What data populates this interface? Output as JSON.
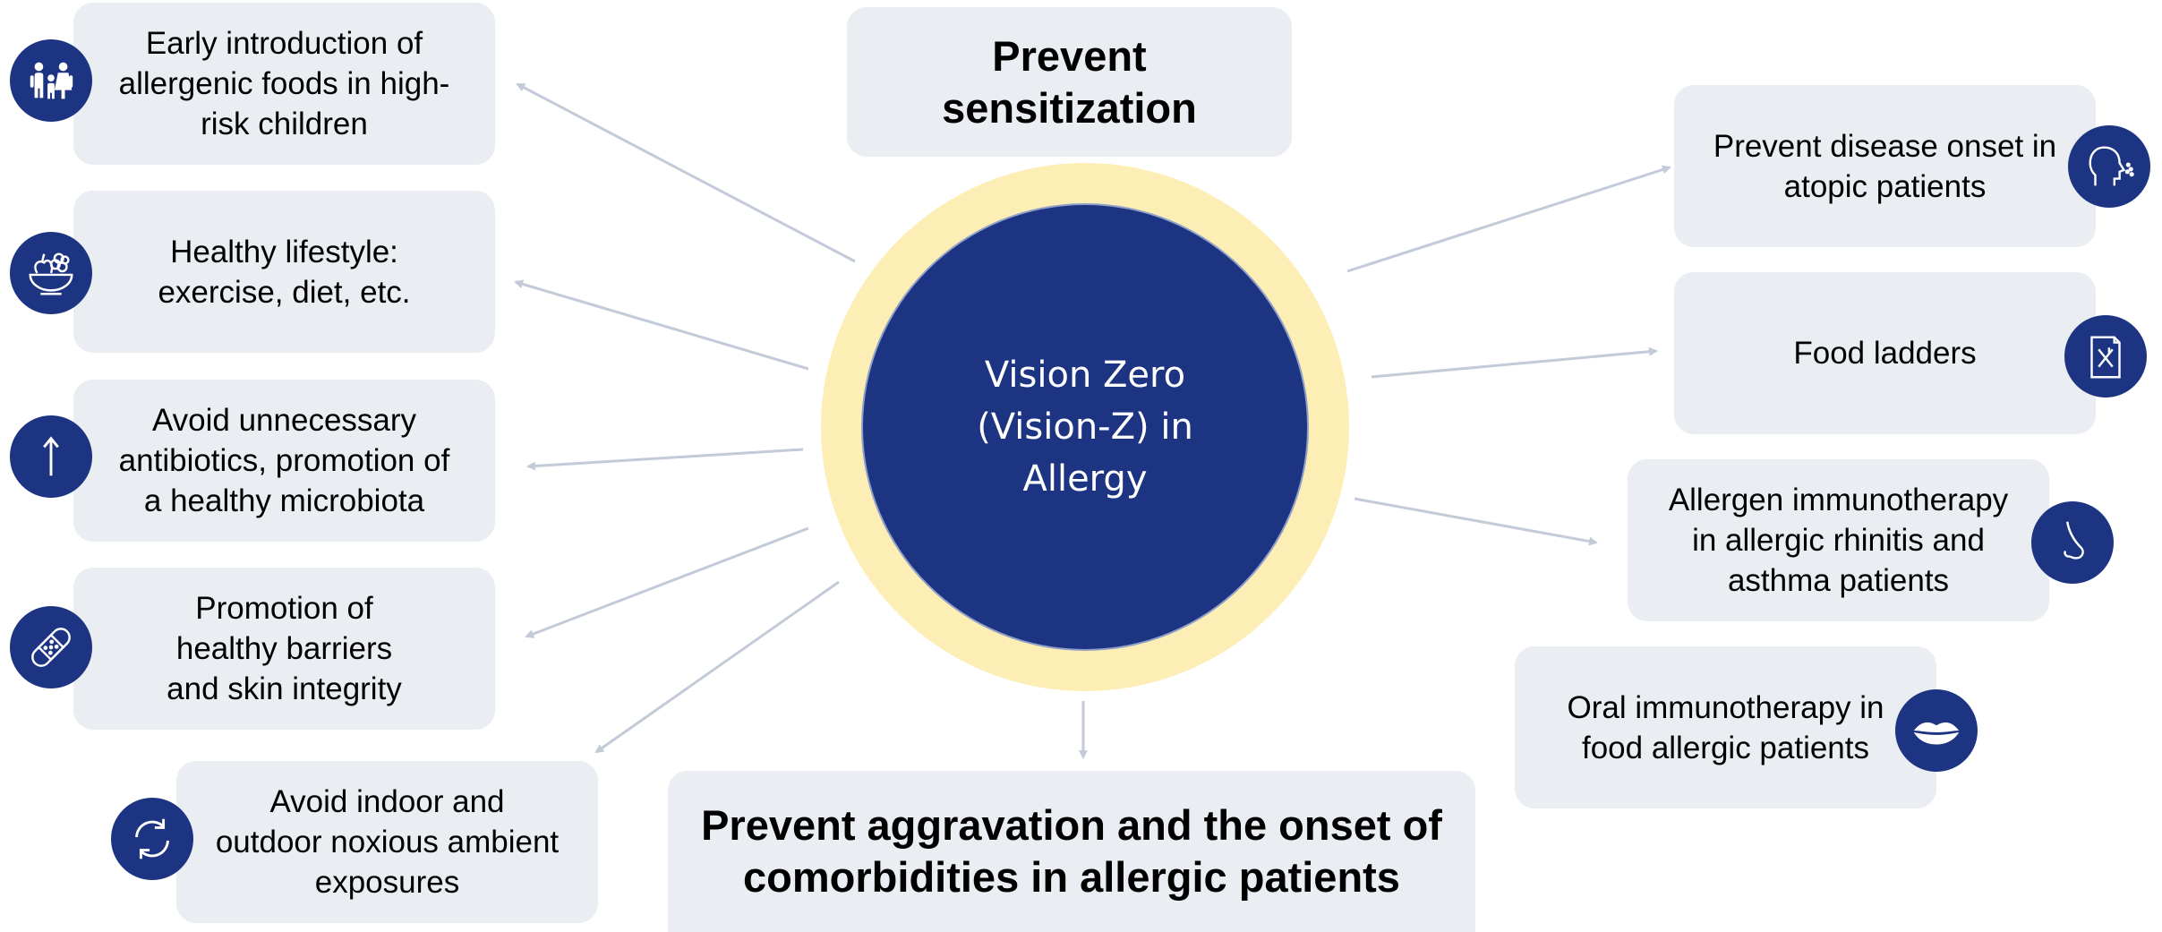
{
  "center": {
    "label": "Vision Zero\n(Vision-Z) in\nAllergy",
    "colors": {
      "core": "#1c3481",
      "ring": "#fdeeb5"
    }
  },
  "headings": {
    "top": [
      "Prevent",
      "sensitization"
    ],
    "bottom": [
      "Prevent aggravation and the onset of",
      "comorbidities in allergic patients"
    ]
  },
  "left_items": [
    {
      "lines": [
        "Early introduction of",
        "allergenic foods in high-",
        "risk children"
      ],
      "icon": "family-icon"
    },
    {
      "lines": [
        "Healthy lifestyle:",
        "exercise, diet, etc."
      ],
      "icon": "fruit-bowl-icon"
    },
    {
      "lines": [
        "Avoid unnecessary",
        "antibiotics, promotion of",
        "a healthy microbiota"
      ],
      "icon": "arrow-up-icon"
    },
    {
      "lines": [
        "Promotion of",
        "healthy barriers",
        "and skin integrity"
      ],
      "icon": "bandage-icon"
    },
    {
      "lines": [
        "Avoid indoor and",
        "outdoor noxious ambient",
        "exposures"
      ],
      "icon": "recycle-icon"
    }
  ],
  "right_items": [
    {
      "lines": [
        "Prevent disease onset in",
        "atopic patients"
      ],
      "icon": "head-sneeze-icon"
    },
    {
      "lines": [
        "Food ladders"
      ],
      "icon": "food-menu-icon"
    },
    {
      "lines": [
        "Allergen immunotherapy",
        "in allergic rhinitis and",
        "asthma patients"
      ],
      "icon": "nose-icon"
    },
    {
      "lines": [
        "Oral immunotherapy in",
        "food allergic patients"
      ],
      "icon": "lips-icon"
    }
  ],
  "colors": {
    "box": "#eaedf1",
    "icon_bg": "#1c3481",
    "arrow": "#c3cad8"
  }
}
